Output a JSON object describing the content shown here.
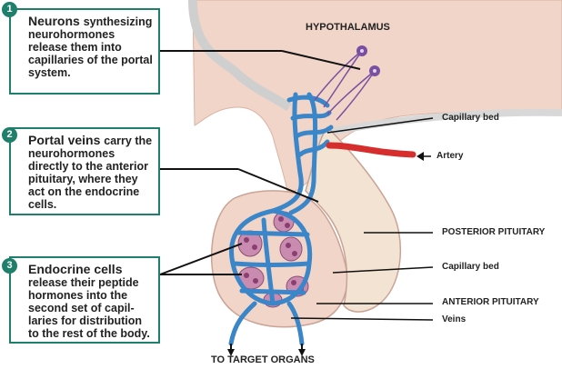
{
  "boxes": [
    {
      "number": "1",
      "lead": "Neurons",
      "body": "synthesizing neurohormones release them into capillaries of the portal system."
    },
    {
      "number": "2",
      "lead": "Portal veins",
      "body": "carry the neurohormones directly to the anterior pituitary, where they act on the endocrine cells."
    },
    {
      "number": "3",
      "lead": "Endocrine cells",
      "body": "release their peptide hormones into the second set of capil-laries for distribution to the rest of the body."
    }
  ],
  "labels": {
    "hypothalamus": "HYPOTHALAMUS",
    "capillary_bed_top": "Capillary bed",
    "artery": "Artery",
    "posterior_pituitary": "POSTERIOR PITUITARY",
    "capillary_bed_bottom": "Capillary bed",
    "anterior_pituitary": "ANTERIOR PITUITARY",
    "veins": "Veins",
    "target_organs": "TO TARGET ORGANS"
  },
  "colors": {
    "box_border": "#1e7f6a",
    "tissue": "#f1d5c8",
    "posterior": "#f3e3d2",
    "vessel": "#3a86c8",
    "artery": "#d62d2d",
    "neuron": "#7a4fa0",
    "cell": "#c98bb0"
  }
}
